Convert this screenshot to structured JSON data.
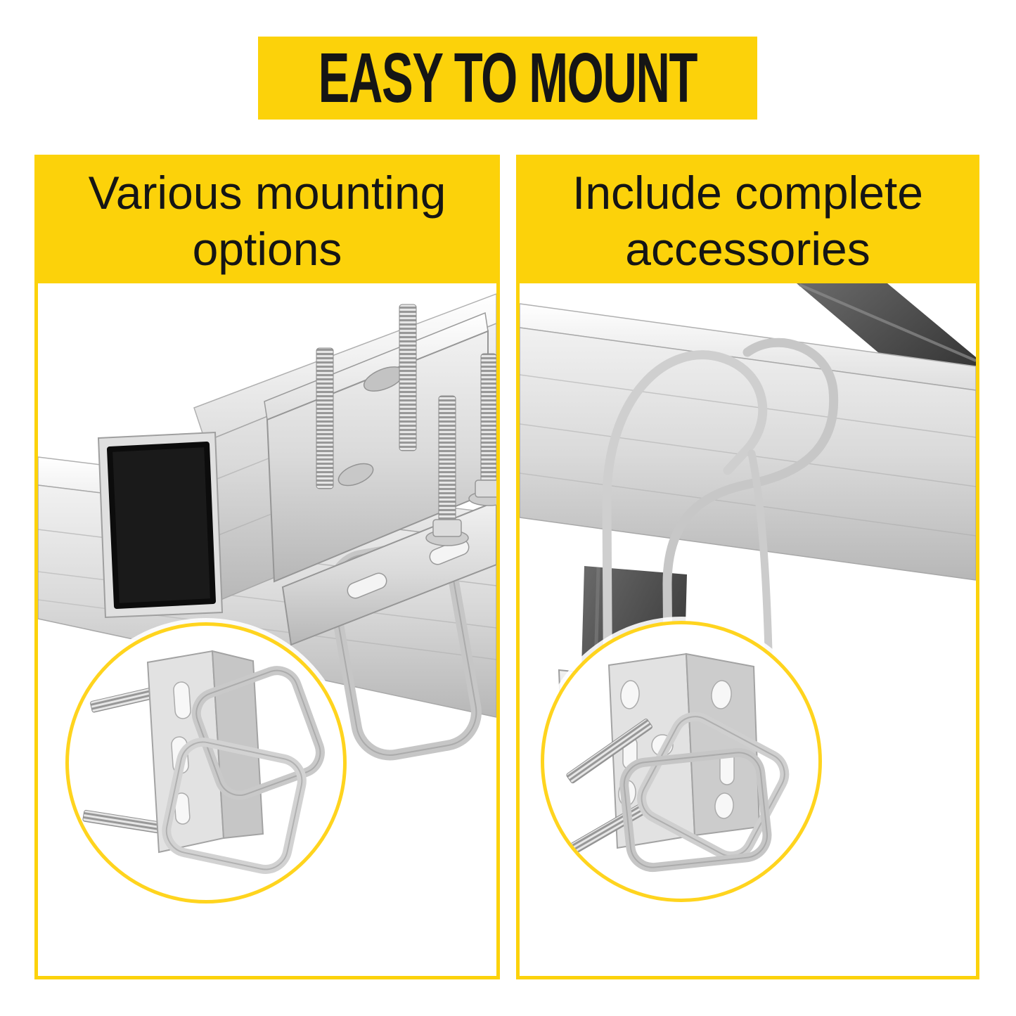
{
  "banner": {
    "title": "EASY TO MOUNT"
  },
  "panels": [
    {
      "header": "Various mounting options"
    },
    {
      "header": "Include complete accessories"
    }
  ],
  "colors": {
    "accent_yellow": "#FCD20A",
    "ring_yellow": "#FFD41E",
    "text_black": "#151515",
    "page_bg": "#FFFFFF",
    "metal_light": "#E8E8E8",
    "metal_mid": "#C0C0C0",
    "metal_dark": "#3A3A3A"
  }
}
